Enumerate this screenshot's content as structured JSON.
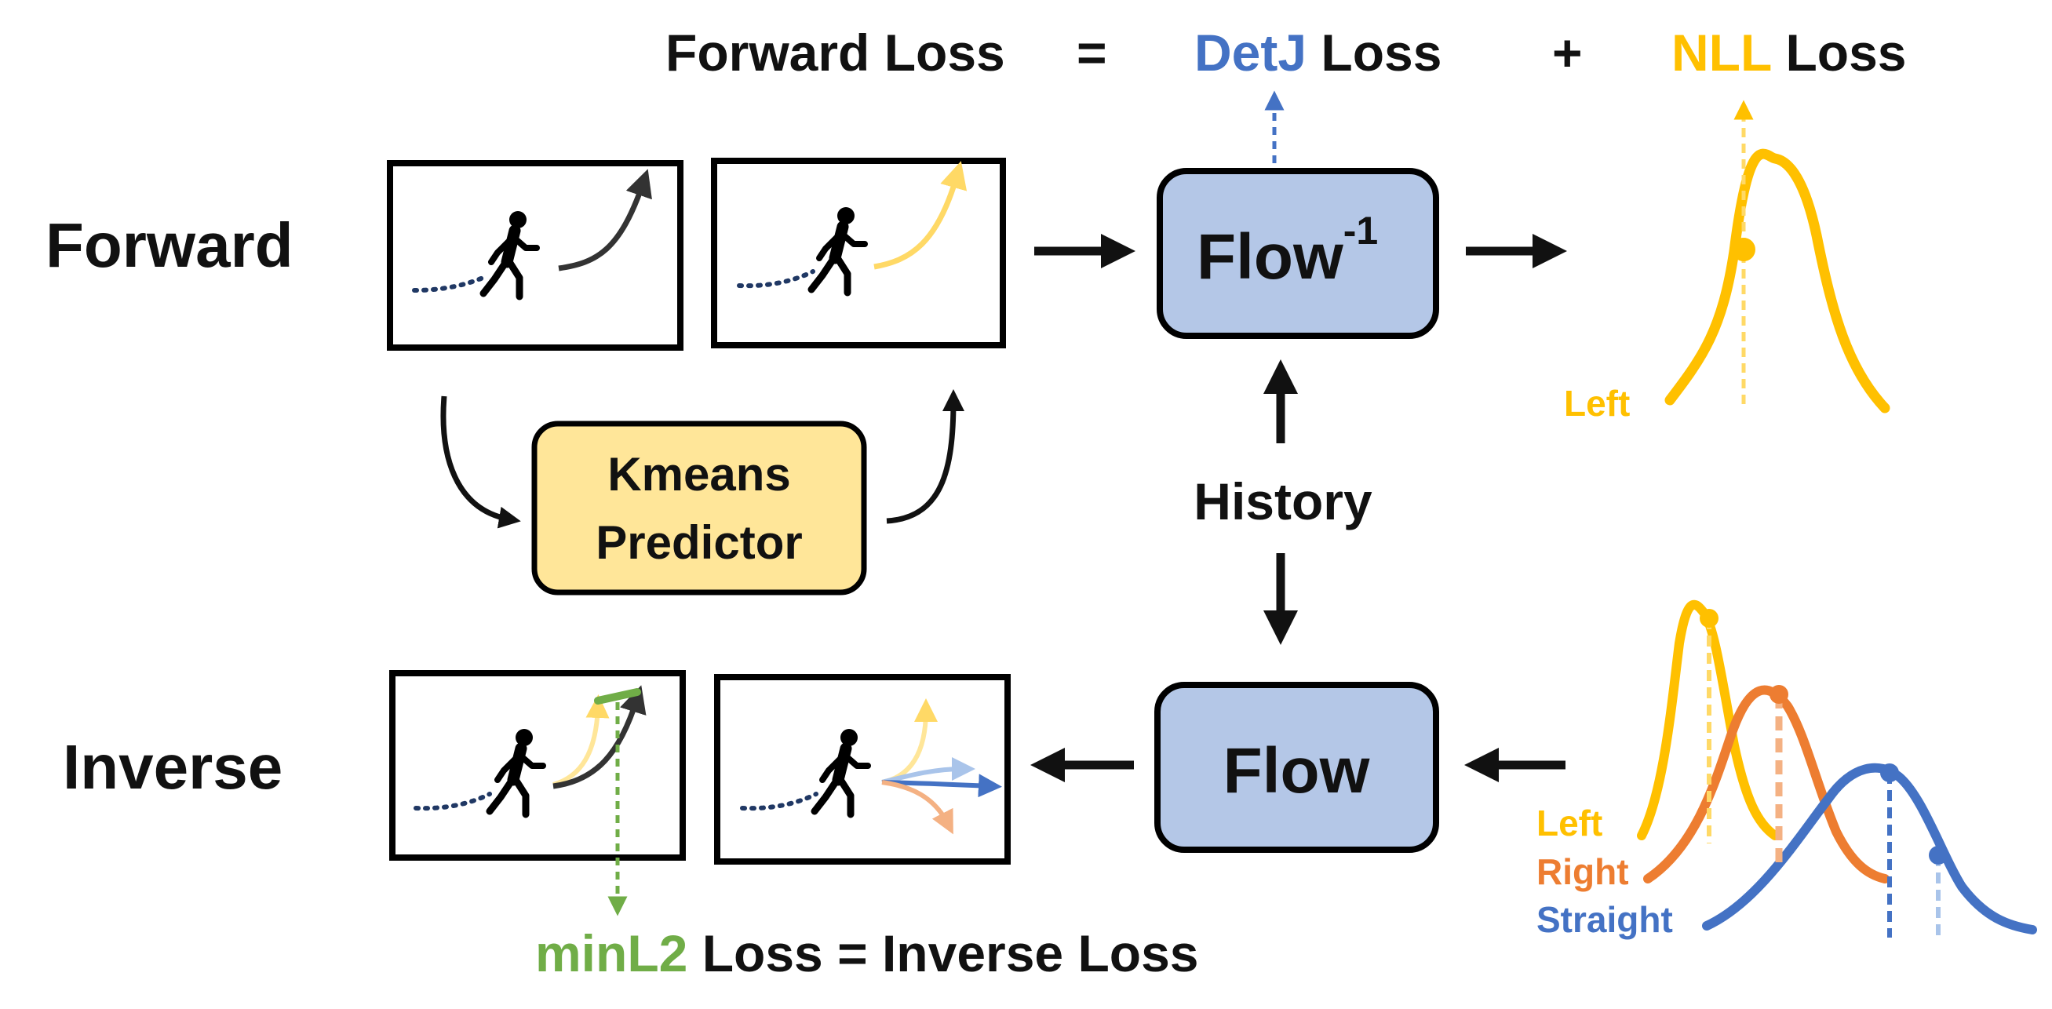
{
  "colors": {
    "blue": "#4472C4",
    "yellow": "#FFC000",
    "orange": "#ED7D31",
    "green": "#70AD47",
    "flow_box_fill": "#B4C7E7",
    "kmeans_fill": "#FFE699",
    "light_yellow": "#FFD966",
    "light_blue": "#A9C4EA",
    "navy": "#203864"
  },
  "equations": {
    "forward": {
      "lhs": "Forward Loss",
      "eq": "=",
      "detj": "DetJ",
      "detj_suffix": " Loss",
      "plus": "+",
      "nll": "NLL",
      "nll_suffix": " Loss"
    },
    "inverse": {
      "minl2": "minL2",
      "rest": " Loss = Inverse Loss"
    }
  },
  "rows": {
    "forward": "Forward",
    "inverse": "Inverse"
  },
  "boxes": {
    "flow_inv": "Flow",
    "flow_inv_sup": "-1",
    "flow": "Flow",
    "kmeans_line1": "Kmeans",
    "kmeans_line2": "Predictor",
    "history": "History"
  },
  "distributions": {
    "top": [
      "Left"
    ],
    "bottom": [
      "Left",
      "Right",
      "Straight"
    ]
  },
  "icons": [
    "pedestrian-icon",
    "trajectory-arrow-icon"
  ]
}
